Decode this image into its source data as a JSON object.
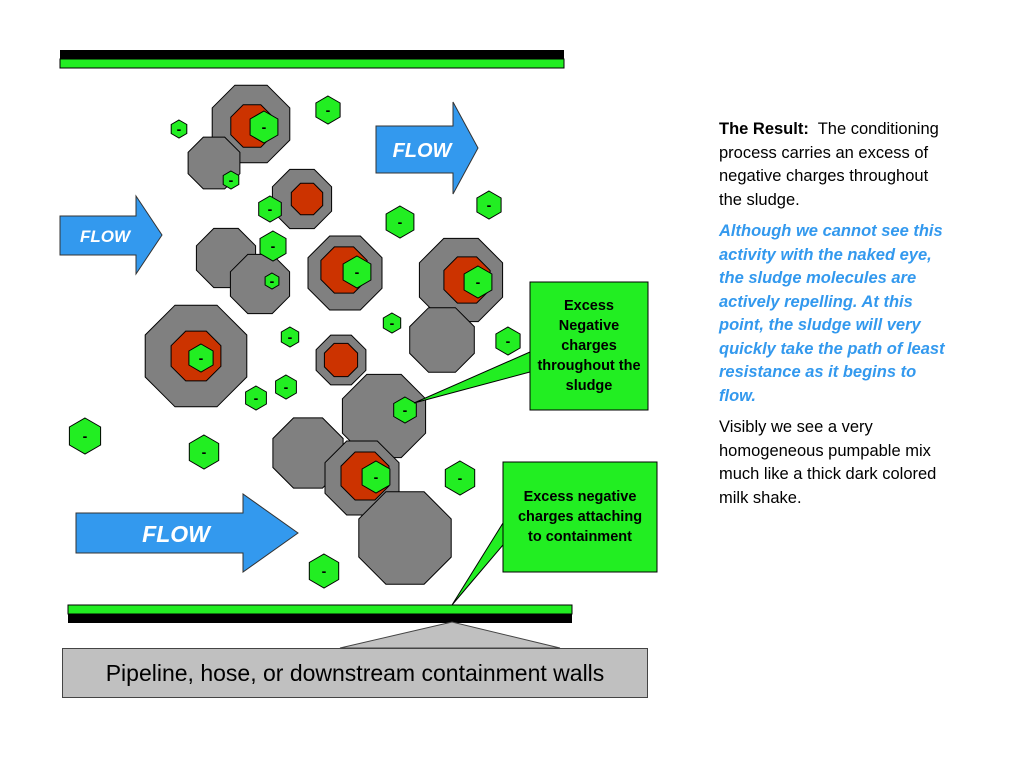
{
  "flow_labels": [
    "FLOW",
    "FLOW",
    "FLOW"
  ],
  "charge_symbol": "-",
  "callouts": {
    "excess_negative": "Excess Negative charges throughout the sludge",
    "attaching": "Excess negative charges attaching to containment"
  },
  "bottom_label": "Pipeline, hose, or downstream containment walls",
  "side_text": {
    "result_heading": "The Result:",
    "result_body": "The conditioning process carries an excess of negative charges throughout the sludge.",
    "emphasis": "Although we cannot see this activity with the naked eye, the sludge molecules are actively repelling.  At this point, the sludge will very quickly  take the path of least resistance as it begins to flow.",
    "visibly": "Visibly we see a very homogeneous pumpable mix much like a thick dark colored milk shake."
  },
  "colors": {
    "green": "#22ee22",
    "gray": "#808080",
    "red_orange": "#cc3300",
    "blue": "#3399ee",
    "black": "#000000",
    "label_gray": "#c0c0c0"
  }
}
